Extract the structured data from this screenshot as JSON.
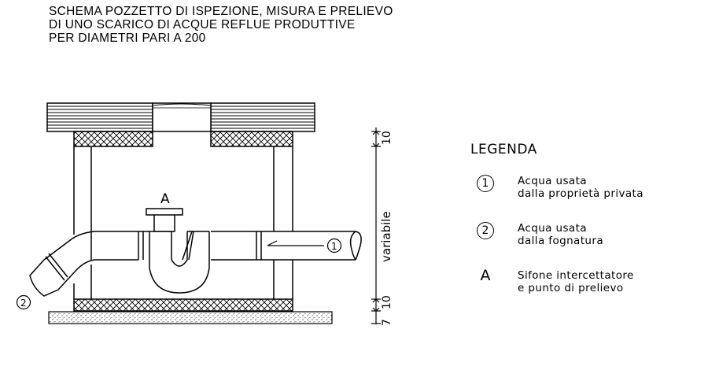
{
  "title": {
    "line1": "SCHEMA POZZETTO DI ISPEZIONE, MISURA E PRELIEVO",
    "line2": "DI UNO SCARICO DI ACQUE REFLUE PRODUTTIVE",
    "line3": "PER DIAMETRI PARI A 200"
  },
  "drawing": {
    "siphon_label": "A",
    "inlet_marker": "1",
    "outlet_marker": "2",
    "dim_top": "10",
    "dim_variable": "variabile",
    "dim_bottom": "10",
    "dim_base": "7"
  },
  "legend": {
    "title": "LEGENDA",
    "items": [
      {
        "symbol": "1",
        "line1": "Acqua usata",
        "line2": "dalla proprietà privata"
      },
      {
        "symbol": "2",
        "line1": "Acqua usata",
        "line2": "dalla fognatura"
      },
      {
        "symbol": "A",
        "line1": "Sifone intercettatore",
        "line2": "e punto di prelievo"
      }
    ]
  }
}
